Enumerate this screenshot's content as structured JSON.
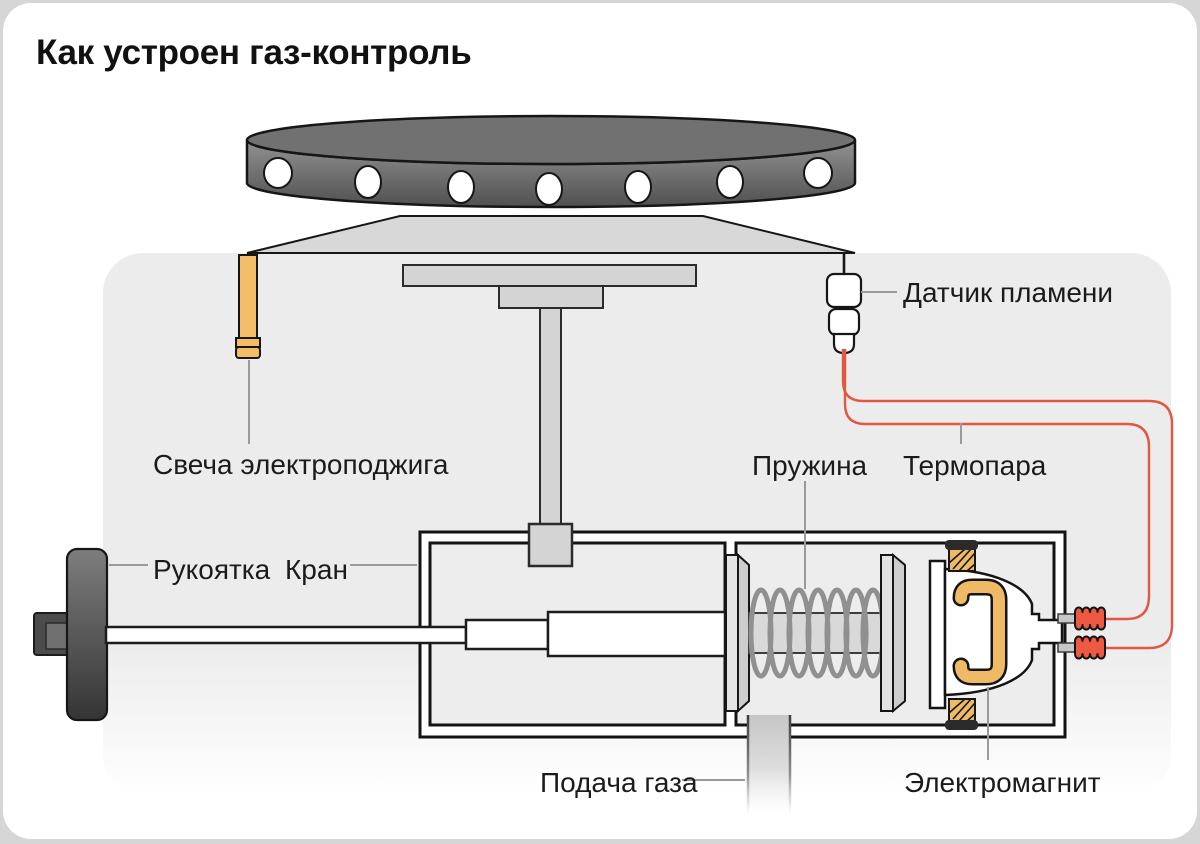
{
  "page": {
    "title": "Как устроен газ-контроль"
  },
  "diagram": {
    "labels": {
      "flame_sensor": "Датчик пламени",
      "ignition_plug": "Свеча электроподжига",
      "spring": "Пружина",
      "thermocouple": "Термопара",
      "handle": "Рукоятка",
      "valve": "Кран",
      "gas_supply": "Подача газа",
      "electromagnet": "Электромагнит"
    },
    "colors": {
      "wire_red": "#e2573f",
      "terminal_red": "#ed5a41",
      "brass_orange": "#efba66",
      "plug_orange": "#f2bc69",
      "panel_gray": "#ececec",
      "burner_gray": "#6f6f6f",
      "outline_dark": "#161616"
    }
  }
}
